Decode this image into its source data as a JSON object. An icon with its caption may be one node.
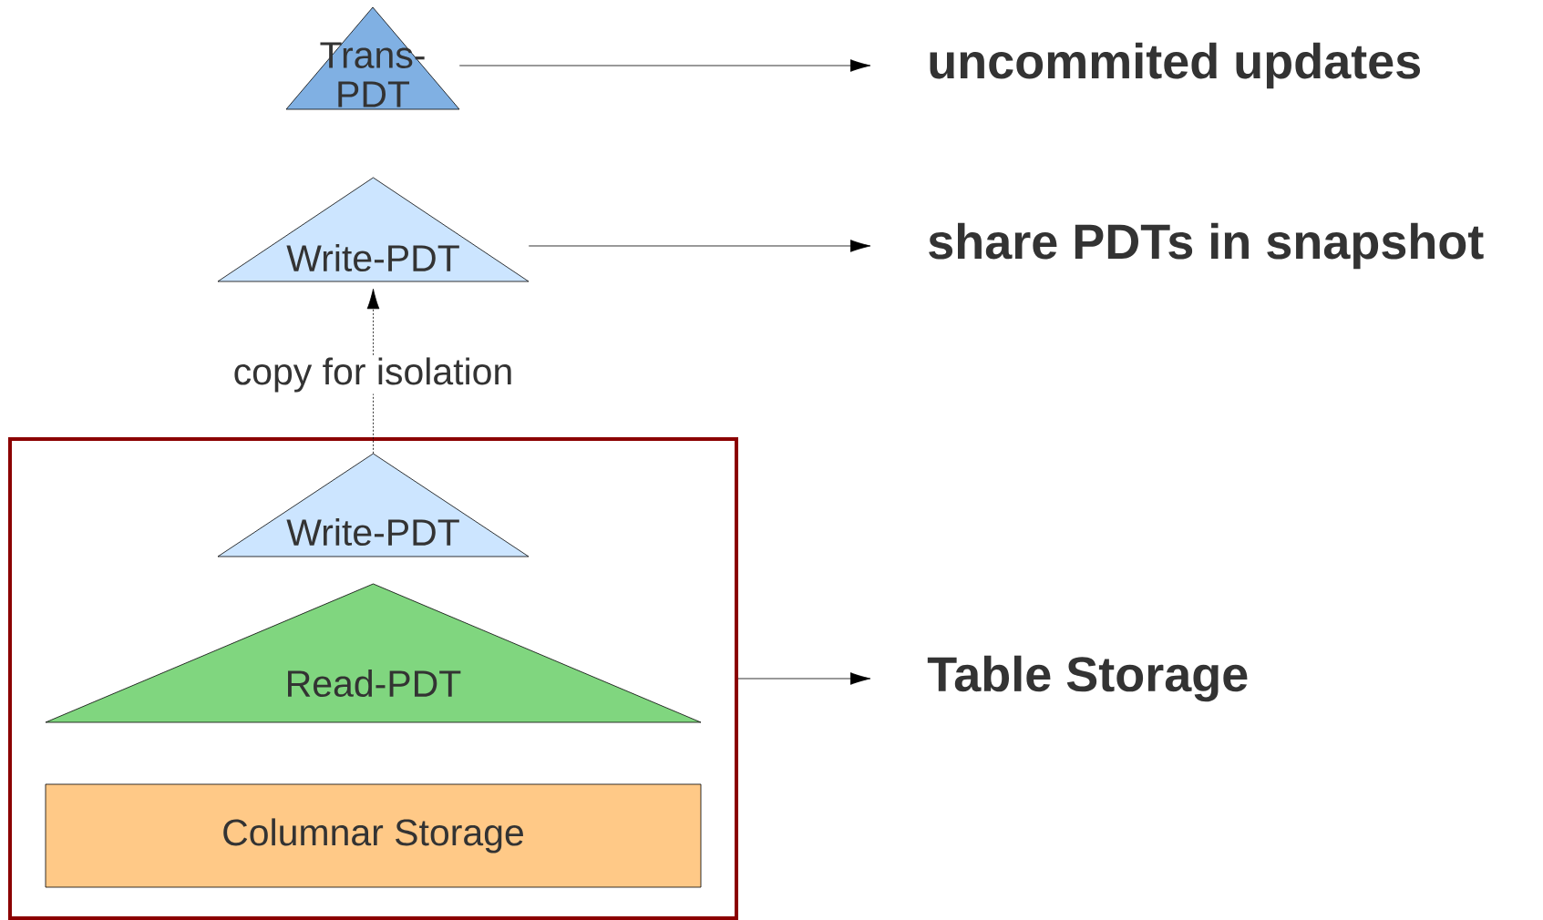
{
  "diagram": {
    "nodes": [
      {
        "text": [
          "Trans- PDT"
        ]
      },
      {
        "text": [
          "uncommited updates"
        ]
      },
      {
        "text": [
          "Write-PDT"
        ]
      },
      {
        "text": [
          "share PDTs in snapshot"
        ]
      },
      {
        "text": [],
        "shape": "box"
      },
      {
        "text": [
          "Write-PDT"
        ],
        "in": 4
      },
      {
        "text": [
          "Read-PDT"
        ],
        "in": 4
      },
      {
        "text": [
          "Columnar Storage"
        ],
        "in": 4
      },
      {
        "text": [
          "Table Storage"
        ]
      }
    ],
    "edges": [
      {
        "from": 0,
        "to": 1,
        "arrow": "to"
      },
      {
        "from": 2,
        "to": 3,
        "arrow": "to"
      },
      {
        "from": 5,
        "to": 2,
        "arrow": "to",
        "style": "dashed",
        "label": "copy for isolation"
      },
      {
        "from": 4,
        "to": 8,
        "arrow": "to"
      }
    ]
  }
}
